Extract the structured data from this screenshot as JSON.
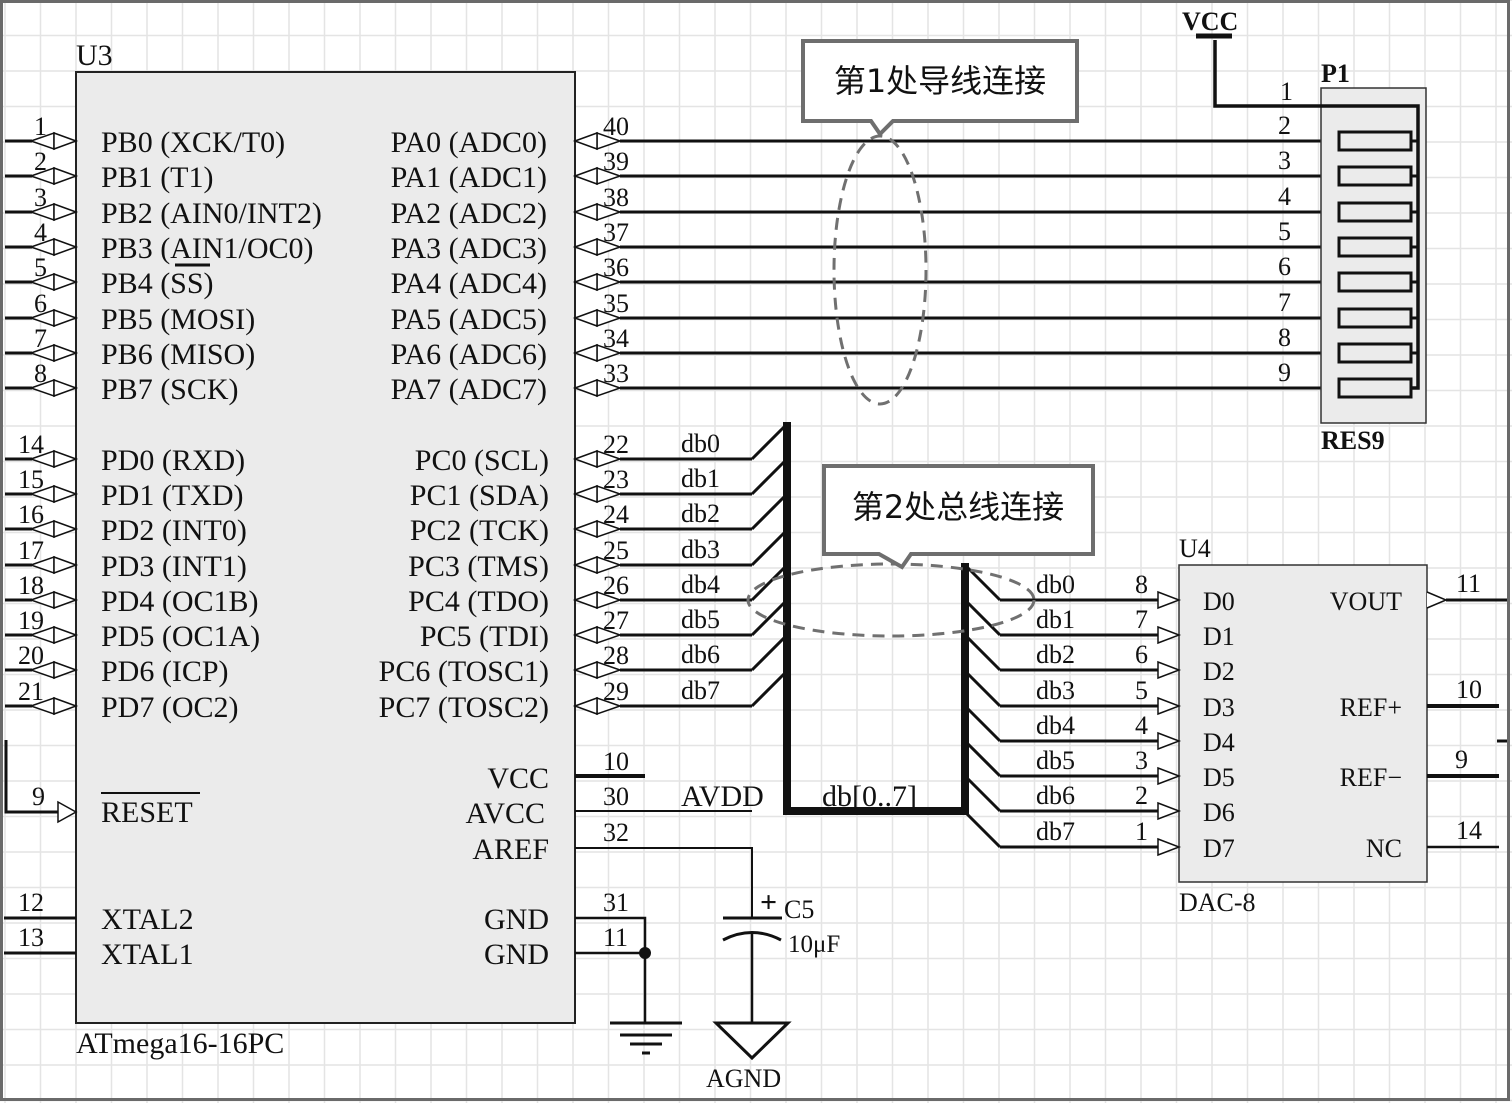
{
  "u3": {
    "ref": "U3",
    "part": "ATmega16-16PC",
    "left_pins": [
      {
        "num": "1",
        "name": "PB0 (XCK/T0)"
      },
      {
        "num": "2",
        "name": "PB1 (T1)"
      },
      {
        "num": "3",
        "name": "PB2 (AIN0/INT2)"
      },
      {
        "num": "4",
        "name": "PB3 (AIN1/OC0)"
      },
      {
        "num": "5",
        "name": "PB4 (SS)"
      },
      {
        "num": "6",
        "name": "PB5 (MOSI)"
      },
      {
        "num": "7",
        "name": "PB6 (MISO)"
      },
      {
        "num": "8",
        "name": "PB7 (SCK)"
      },
      {
        "num": "14",
        "name": "PD0 (RXD)"
      },
      {
        "num": "15",
        "name": "PD1 (TXD)"
      },
      {
        "num": "16",
        "name": "PD2 (INT0)"
      },
      {
        "num": "17",
        "name": "PD3 (INT1)"
      },
      {
        "num": "18",
        "name": "PD4 (OC1B)"
      },
      {
        "num": "19",
        "name": "PD5 (OC1A)"
      },
      {
        "num": "20",
        "name": "PD6 (ICP)"
      },
      {
        "num": "21",
        "name": "PD7 (OC2)"
      }
    ],
    "reset_pin": {
      "num": "9",
      "name": "RESET"
    },
    "xtal_pins": [
      {
        "num": "12",
        "name": "XTAL2"
      },
      {
        "num": "13",
        "name": "XTAL1"
      }
    ],
    "pa_pins": [
      {
        "num": "40",
        "name": "PA0 (ADC0)"
      },
      {
        "num": "39",
        "name": "PA1 (ADC1)"
      },
      {
        "num": "38",
        "name": "PA2 (ADC2)"
      },
      {
        "num": "37",
        "name": "PA3 (ADC3)"
      },
      {
        "num": "36",
        "name": "PA4 (ADC4)"
      },
      {
        "num": "35",
        "name": "PA5 (ADC5)"
      },
      {
        "num": "34",
        "name": "PA6 (ADC6)"
      },
      {
        "num": "33",
        "name": "PA7 (ADC7)"
      }
    ],
    "pc_pins": [
      {
        "num": "22",
        "name": "PC0 (SCL)",
        "net": "db0"
      },
      {
        "num": "23",
        "name": "PC1 (SDA)",
        "net": "db1"
      },
      {
        "num": "24",
        "name": "PC2 (TCK)",
        "net": "db2"
      },
      {
        "num": "25",
        "name": "PC3 (TMS)",
        "net": "db3"
      },
      {
        "num": "26",
        "name": "PC4 (TDO)",
        "net": "db4"
      },
      {
        "num": "27",
        "name": "PC5 (TDI)",
        "net": "db5"
      },
      {
        "num": "28",
        "name": "PC6 (TOSC1)",
        "net": "db6"
      },
      {
        "num": "29",
        "name": "PC7 (TOSC2)",
        "net": "db7"
      }
    ],
    "power_pins": [
      {
        "num": "10",
        "name": "VCC",
        "net": ""
      },
      {
        "num": "30",
        "name": "AVCC",
        "net": "AVDD"
      },
      {
        "num": "32",
        "name": "AREF",
        "net": ""
      },
      {
        "num": "31",
        "name": "GND",
        "net": ""
      },
      {
        "num": "11",
        "name": "GND",
        "net": ""
      }
    ]
  },
  "p1": {
    "ref": "P1",
    "part": "RES9",
    "pins": [
      "1",
      "2",
      "3",
      "4",
      "5",
      "6",
      "7",
      "8",
      "9"
    ],
    "power_label": "VCC"
  },
  "bus": {
    "label": "db[0..7]"
  },
  "u4": {
    "ref": "U4",
    "part": "DAC-8",
    "inputs": [
      {
        "num": "8",
        "name": "D0",
        "net": "db0"
      },
      {
        "num": "7",
        "name": "D1",
        "net": "db1"
      },
      {
        "num": "6",
        "name": "D2",
        "net": "db2"
      },
      {
        "num": "5",
        "name": "D3",
        "net": "db3"
      },
      {
        "num": "4",
        "name": "D4",
        "net": "db4"
      },
      {
        "num": "3",
        "name": "D5",
        "net": "db5"
      },
      {
        "num": "2",
        "name": "D6",
        "net": "db6"
      },
      {
        "num": "1",
        "name": "D7",
        "net": "db7"
      }
    ],
    "outputs": [
      {
        "num": "11",
        "name": "VOUT"
      },
      {
        "num": "10",
        "name": "REF+"
      },
      {
        "num": "9",
        "name": "REF−"
      },
      {
        "num": "14",
        "name": "NC"
      }
    ]
  },
  "c5": {
    "ref": "C5",
    "value": "10μF",
    "polarity": "+"
  },
  "agnd": {
    "label": "AGND"
  },
  "callouts": [
    {
      "text": "第1处导线连接"
    },
    {
      "text": "第2处总线连接"
    }
  ],
  "colors": {
    "wire": "#111111",
    "component_fill": "#ebebeb",
    "grid": "#e2e2e2",
    "callout_border": "#6e6e6e",
    "dashed_ellipse": "#707070",
    "frame": "#6a6a6a"
  }
}
